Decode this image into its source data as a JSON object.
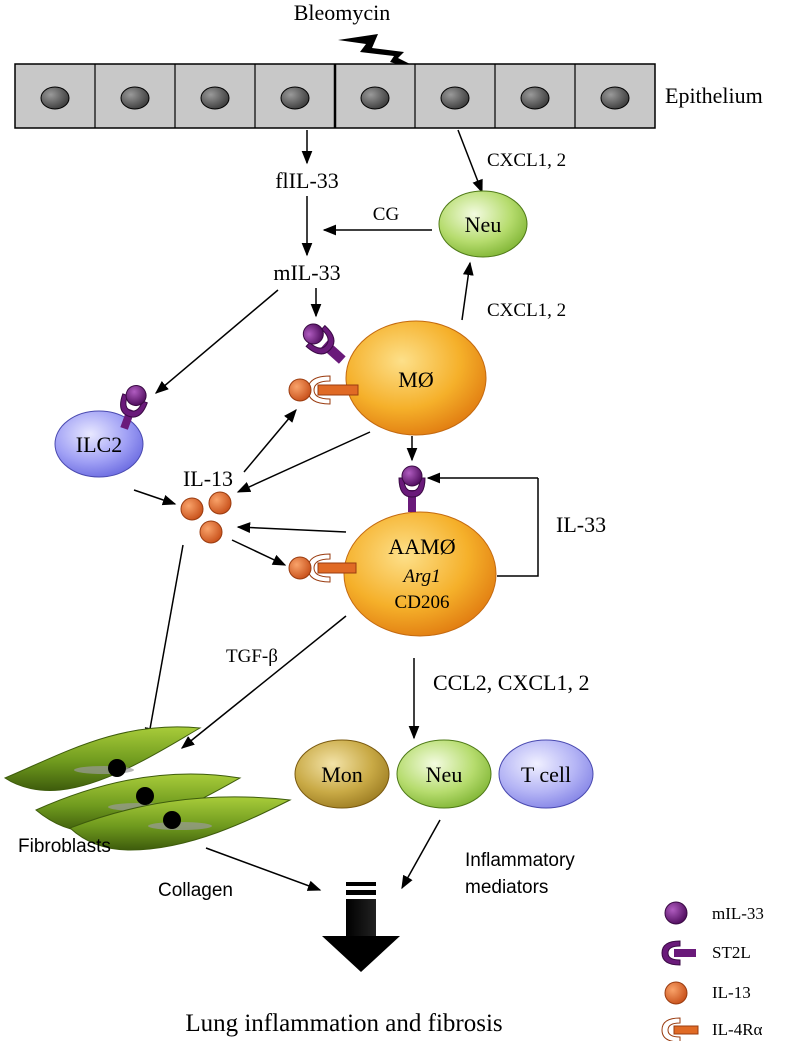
{
  "labels": {
    "bleomycin": "Bleomycin",
    "epithelium": "Epithelium",
    "flil33": "flIL-33",
    "cxcl1_2_top": "CXCL1, 2",
    "cg": "CG",
    "neu_top": "Neu",
    "mil33": "mIL-33",
    "cxcl1_2_mid": "CXCL1, 2",
    "macrophage": "MØ",
    "ilc2": "ILC2",
    "il13": "IL-13",
    "il33_loop": "IL-33",
    "aamo": "AAMØ",
    "arg1": "Arg1",
    "cd206": "CD206",
    "tgfb": "TGF-β",
    "ccl2": "CCL2, CXCL1, 2",
    "mon": "Mon",
    "neu_bottom": "Neu",
    "tcell": "T cell",
    "fibroblasts": "Fibroblasts",
    "collagen": "Collagen",
    "inflammatory": "Inflammatory",
    "mediators": "mediators",
    "outcome": "Lung inflammation and fibrosis"
  },
  "legend": [
    {
      "label": "mIL-33",
      "icon": "mil33-circle-icon"
    },
    {
      "label": "ST2L",
      "icon": "st2l-receptor-icon"
    },
    {
      "label": "IL-13",
      "icon": "il13-circle-icon"
    },
    {
      "label": "IL-4Rα",
      "icon": "il4ra-receptor-icon"
    }
  ],
  "colors": {
    "epithelium": "#c8c8c8",
    "mil33": "#6a1a7a",
    "il13": "#e06a25",
    "neu": "#9ccc50",
    "macrophage": "#f3a51c",
    "ilc2": "#8c8cf0",
    "mon": "#b99b3a",
    "tcell": "#a9a9f0",
    "fibroblast": "#6f9a1e"
  }
}
